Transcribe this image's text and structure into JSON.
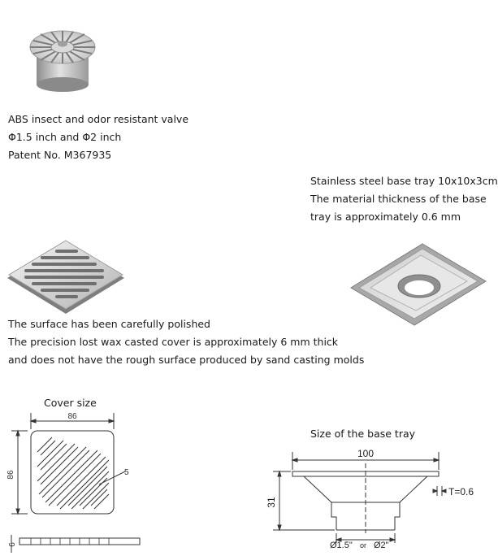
{
  "valve_block": {
    "lines": [
      "ABS insect and odor resistant valve",
      "Φ1.5 inch and Φ2 inch",
      "Patent No. M367935"
    ]
  },
  "base_tray_block": {
    "lines": [
      "Stainless steel base tray 10x10x3cm",
      "The material thickness of the base",
      "tray is approximately 0.6 mm"
    ]
  },
  "surface_block": {
    "lines": [
      "The surface has been carefully polished",
      "The precision lost wax casted cover is approximately 6 mm thick",
      "and does not have the rough surface produced by sand casting molds"
    ]
  },
  "cover_drawing": {
    "title": "Cover size",
    "width_label": "86",
    "height_label": "86",
    "slot_label": "5",
    "thickness_label": "6"
  },
  "tray_drawing": {
    "title": "Size of the base tray",
    "width_label": "100",
    "height_label": "31",
    "thickness_label": "T=0.6",
    "outlet_label_a": "Ø1.5\"",
    "outlet_or": "or",
    "outlet_label_b": "Ø2\""
  },
  "colors": {
    "text": "#1a1a1a",
    "metal_light": "#e6e6e6",
    "metal_dark": "#8c8c8c",
    "line": "#333333"
  }
}
